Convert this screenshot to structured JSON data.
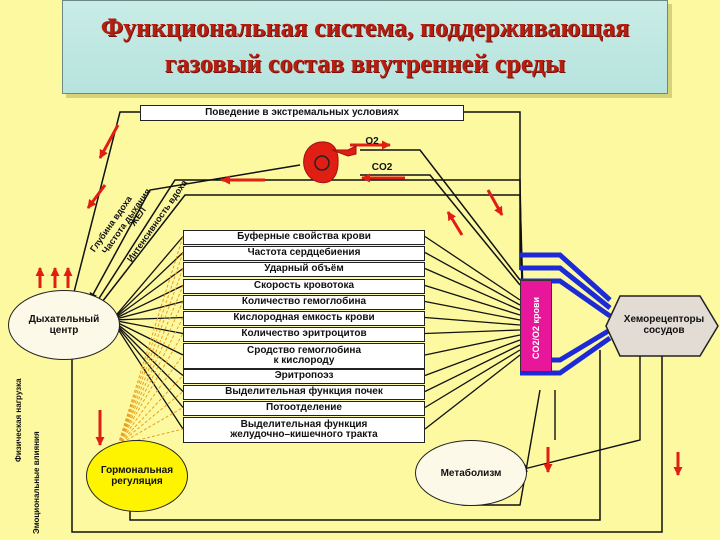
{
  "title": {
    "line1": "Функциональная система, поддерживающая",
    "line2": "газовый состав  внутренней среды"
  },
  "top_box": "Поведение в экстремальных условиях",
  "gas_labels": {
    "o2": "O2",
    "co2": "CO2"
  },
  "center_boxes": [
    "Буферные свойства крови",
    "Частота сердцебиения",
    "Ударный объём",
    "Скорость кровотока",
    "Количество гемоглобина",
    "Кислородная емкость крови",
    "Количество эритроцитов",
    "Сродство гемоглобина\nк кислороду",
    "Эритропоэз",
    "Выделительная функция  почек",
    "Потоотделение",
    "Выделительная функция\nжелудочно–кишечного тракта"
  ],
  "respiratory_params": [
    "Глубина вдоха",
    "Частота дыхания",
    "ЖЕЛ",
    "Интенсивность вдоха"
  ],
  "nodes": {
    "resp_center": "Дыхательный\nцентр",
    "hormonal": "Гормональная\nрегуляция",
    "metabolism": "Метаболизм",
    "chemoreceptors": "Хеморецепторы\nсосудов",
    "blood": "CO2/O2 крови"
  },
  "side_labels": [
    "Физическая нагрузка",
    "Эмоциональные влияния"
  ],
  "colors": {
    "title": "#b51f12",
    "arrow_red": "#e01e14",
    "blue": "#1d2bd6",
    "hex_fill": "#e2dcd5",
    "blood_fill": "#e8169a"
  }
}
